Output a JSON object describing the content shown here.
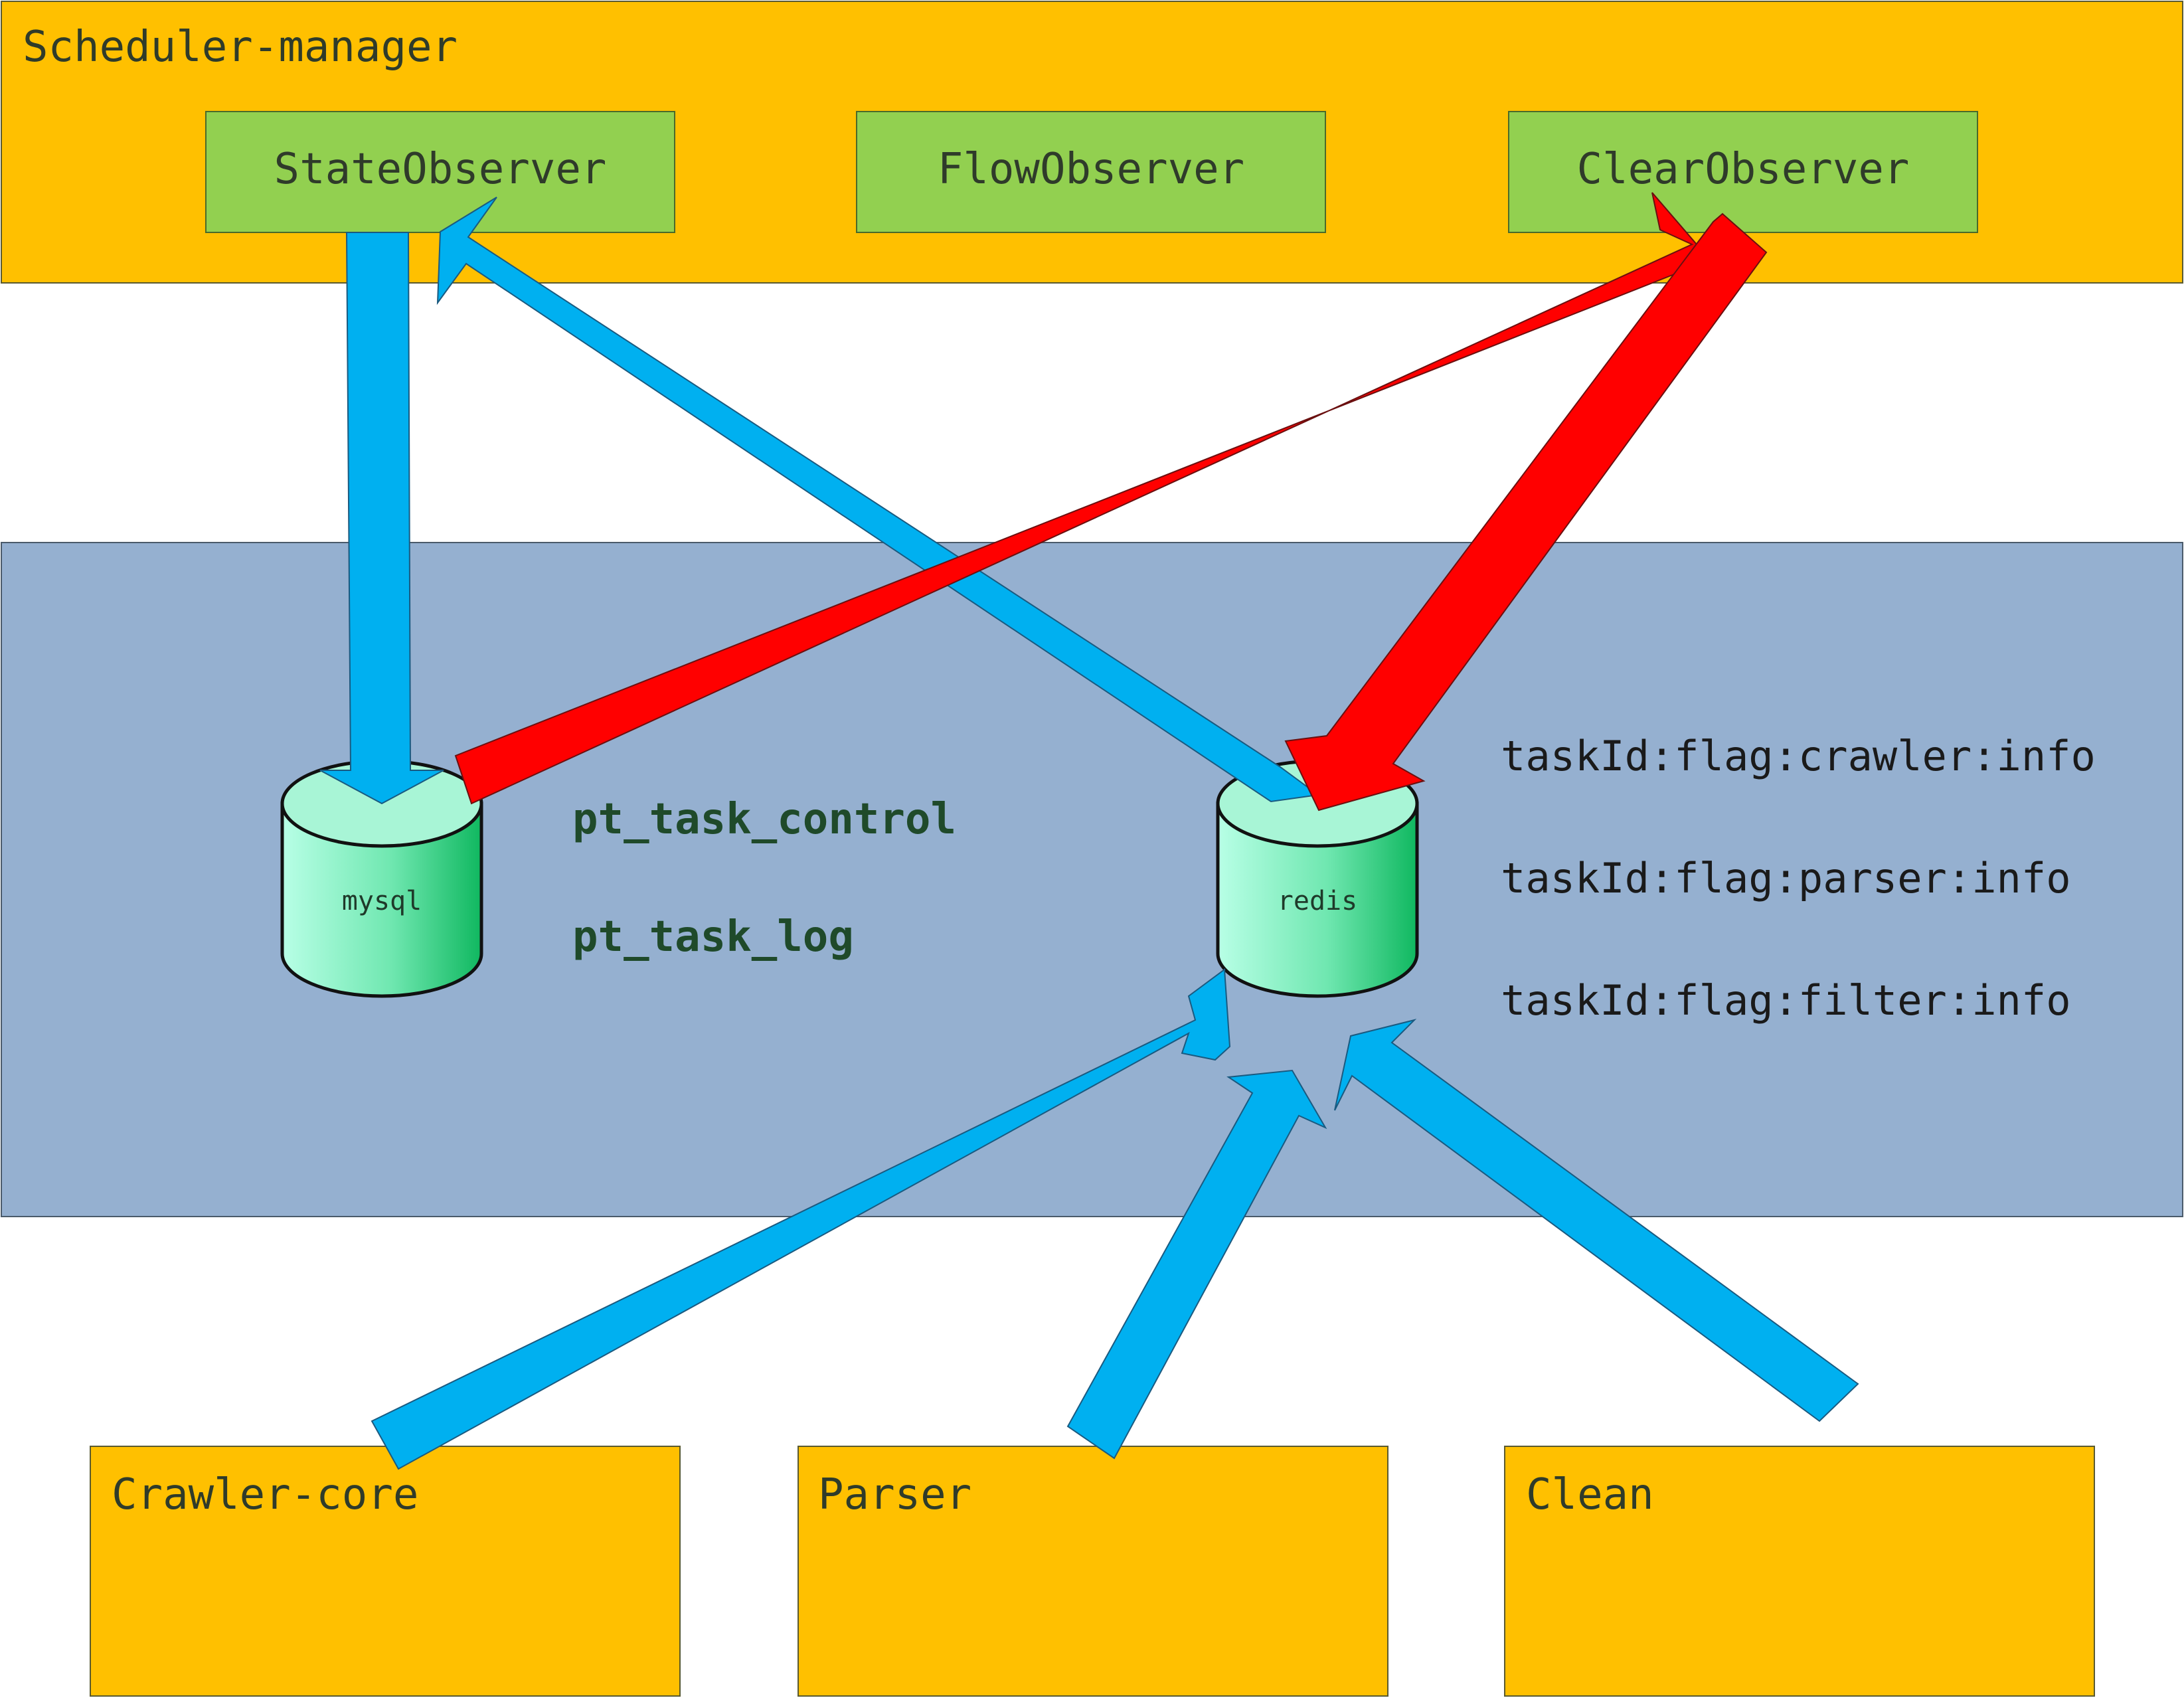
{
  "scheduler": {
    "title": "Scheduler-manager",
    "observers": [
      {
        "label": "StateObserver"
      },
      {
        "label": "FlowObserver"
      },
      {
        "label": "ClearObserver"
      }
    ]
  },
  "storage": {
    "mysql": {
      "label": "mysql",
      "tables": [
        "pt_task_control",
        "pt_task_log"
      ]
    },
    "redis": {
      "label": "redis",
      "keys": [
        "taskId:flag:crawler:info",
        "taskId:flag:parser:info",
        "taskId:flag:filter:info"
      ]
    }
  },
  "workers": [
    {
      "label": "Crawler-core"
    },
    {
      "label": "Parser"
    },
    {
      "label": "Clean"
    }
  ],
  "colors": {
    "scheduler_bg": "#FFC000",
    "observer_box": "#92D050",
    "storage_bg": "#95B0D0",
    "worker_box": "#FFC000",
    "arrow_blue": "#00B0F0",
    "arrow_red": "#FF0000",
    "cylinder_top": "#A8F5D6",
    "cylinder_side": "#1EC878"
  }
}
